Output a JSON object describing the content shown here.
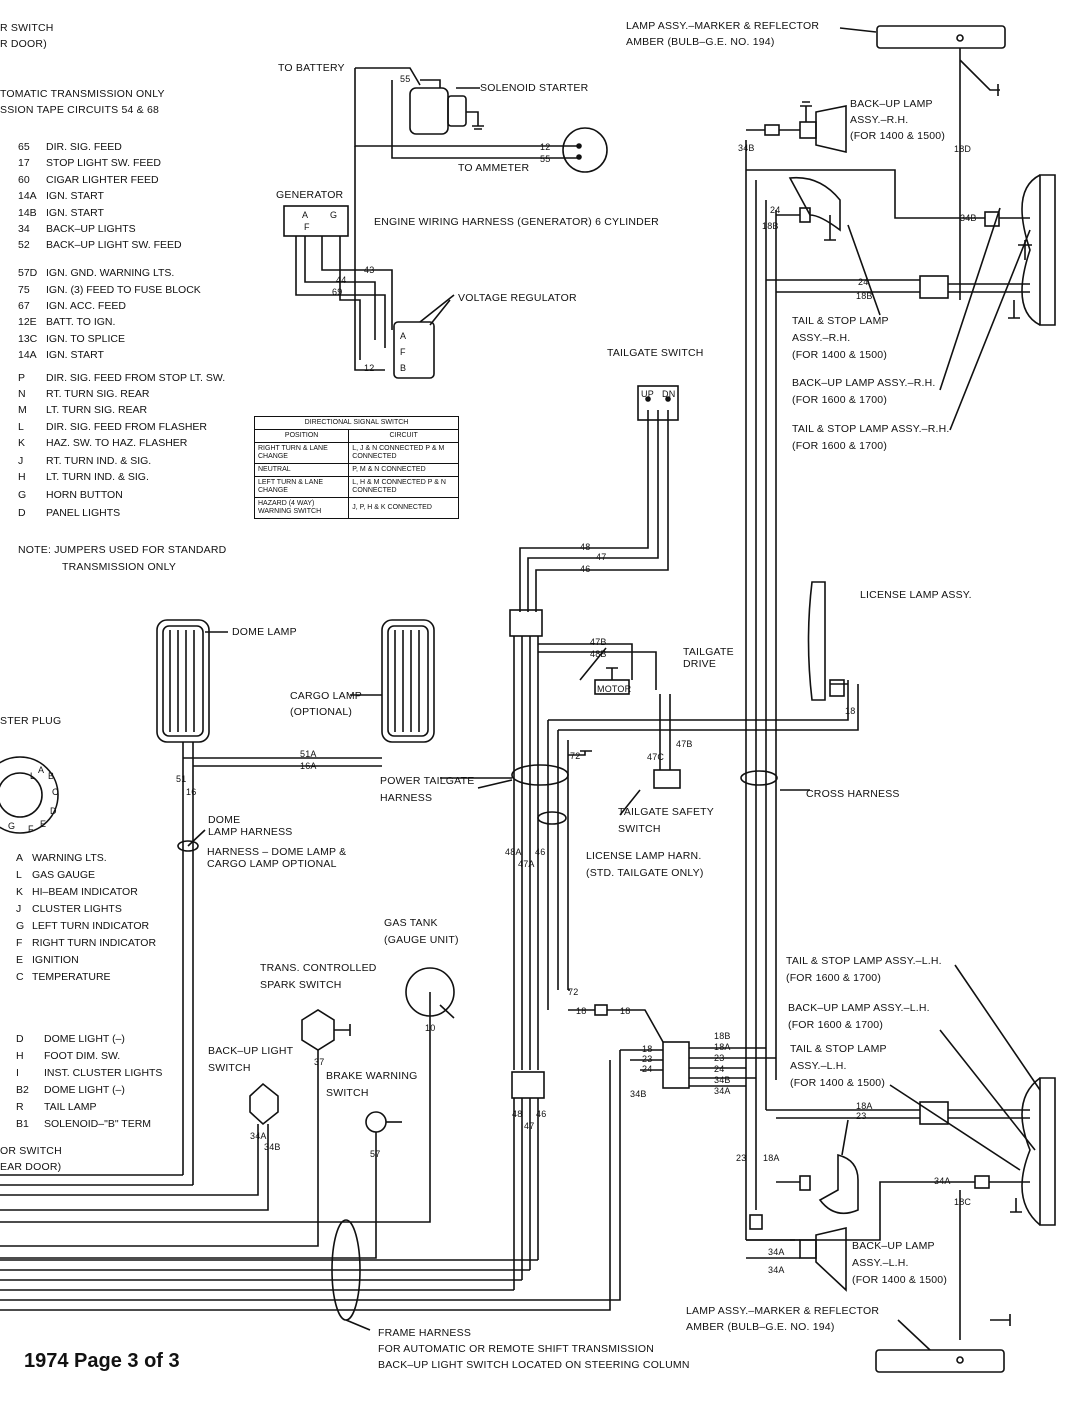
{
  "page_title": "1974 Page 3 of 3",
  "legend_top_header": [
    "R SWITCH",
    "R DOOR)"
  ],
  "legend_auto_header": [
    "TOMATIC TRANSMISSION ONLY",
    "SSION TAPE CIRCUITS 54 & 68"
  ],
  "circuits_top": [
    {
      "code": "65",
      "desc": "DIR. SIG. FEED"
    },
    {
      "code": "17",
      "desc": "STOP LIGHT SW. FEED"
    },
    {
      "code": "60",
      "desc": "CIGAR LIGHTER FEED"
    },
    {
      "code": "14A",
      "desc": "IGN. START"
    },
    {
      "code": "14B",
      "desc": "IGN. START"
    },
    {
      "code": "34",
      "desc": "BACK–UP LIGHTS"
    },
    {
      "code": "52",
      "desc": "BACK–UP LIGHT SW. FEED"
    },
    {
      "code": "57D",
      "desc": "IGN. GND. WARNING LTS."
    },
    {
      "code": "75",
      "desc": "IGN. (3) FEED TO FUSE BLOCK"
    },
    {
      "code": "67",
      "desc": "IGN. ACC. FEED"
    },
    {
      "code": "12E",
      "desc": "BATT. TO IGN."
    },
    {
      "code": "13C",
      "desc": "IGN. TO SPLICE"
    },
    {
      "code": "14A",
      "desc": "IGN. START"
    },
    {
      "code": "P",
      "desc": "DIR. SIG. FEED FROM STOP LT. SW."
    },
    {
      "code": "N",
      "desc": "RT. TURN SIG. REAR"
    },
    {
      "code": "M",
      "desc": "LT. TURN SIG. REAR"
    },
    {
      "code": "L",
      "desc": "DIR. SIG. FEED FROM FLASHER"
    },
    {
      "code": "K",
      "desc": "HAZ. SW. TO HAZ. FLASHER"
    },
    {
      "code": "J",
      "desc": "RT. TURN IND. & SIG."
    },
    {
      "code": "H",
      "desc": "LT. TURN IND. & SIG."
    },
    {
      "code": "G",
      "desc": "HORN BUTTON"
    },
    {
      "code": "D",
      "desc": "PANEL LIGHTS"
    }
  ],
  "note": [
    "NOTE:  JUMPERS USED FOR STANDARD",
    "TRANSMISSION ONLY"
  ],
  "cluster_plug_label": "STER PLUG",
  "plug_letters": [
    "L",
    "A",
    "B",
    "C",
    "D",
    "E",
    "F",
    "G"
  ],
  "cluster_circuits": [
    {
      "code": "A",
      "desc": "WARNING LTS."
    },
    {
      "code": "L",
      "desc": "GAS GAUGE"
    },
    {
      "code": "K",
      "desc": "HI–BEAM INDICATOR"
    },
    {
      "code": "J",
      "desc": "CLUSTER LIGHTS"
    },
    {
      "code": "G",
      "desc": "LEFT TURN INDICATOR"
    },
    {
      "code": "F",
      "desc": "RIGHT TURN INDICATOR"
    },
    {
      "code": "E",
      "desc": "IGNITION"
    },
    {
      "code": "C",
      "desc": "TEMPERATURE"
    }
  ],
  "lower_circuits": [
    {
      "code": "D",
      "desc": "DOME LIGHT (–)"
    },
    {
      "code": "H",
      "desc": "FOOT DIM. SW."
    },
    {
      "code": "I",
      "desc": "INST. CLUSTER LIGHTS"
    },
    {
      "code": "B2",
      "desc": "DOME LIGHT (–)"
    },
    {
      "code": "R",
      "desc": "TAIL LAMP"
    },
    {
      "code": "B1",
      "desc": "SOLENOID–\"B\" TERM"
    }
  ],
  "legend_bottom_footer": [
    "OR SWITCH",
    "EAR DOOR)"
  ],
  "dir_table": {
    "title": "DIRECTIONAL SIGNAL SWITCH",
    "headers": [
      "POSITION",
      "CIRCUIT"
    ],
    "rows": [
      {
        "pos": "RIGHT TURN & LANE CHANGE",
        "circuit": "L, J & N CONNECTED P & M CONNECTED"
      },
      {
        "pos": "NEUTRAL",
        "circuit": "P, M & N CONNECTED"
      },
      {
        "pos": "LEFT TURN & LANE CHANGE",
        "circuit": "L, H & M CONNECTED P & N CONNECTED"
      },
      {
        "pos": "HAZARD (4 WAY) WARNING SWITCH",
        "circuit": "J, P, H & K CONNECTED"
      }
    ]
  },
  "labels": {
    "to_battery": "TO BATTERY",
    "solenoid": "SOLENOID STARTER",
    "to_ammeter": "TO AMMETER",
    "generator": "GENERATOR",
    "gen_a": "A",
    "gen_g": "G",
    "gen_f": "F",
    "engine_harness": "ENGINE WIRING HARNESS (GENERATOR) 6 CYLINDER",
    "voltage_regulator": "VOLTAGE REGULATOR",
    "vr_a": "A",
    "vr_f": "F",
    "vr_b": "B",
    "w55a": "55",
    "w12": "12",
    "w55b": "55",
    "w43": "43",
    "w44": "44",
    "w69": "69",
    "w12b": "12",
    "lamp_marker_top": [
      "LAMP ASSY.–MARKER & REFLECTOR",
      "AMBER (BULB–G.E. NO. 194)"
    ],
    "backup_rh_1400": [
      "BACK–UP LAMP",
      "ASSY.–R.H.",
      "(FOR 1400 & 1500)"
    ],
    "w34b_top": "34B",
    "w18d": "18D",
    "w24_top": "24",
    "w18b_top": "18B",
    "w34b_right": "34B",
    "w24_right": "24",
    "w18b_right": "18B",
    "tail_stop_rh_1400": [
      "TAIL & STOP LAMP",
      "ASSY.–R.H.",
      "(FOR 1400 & 1500)"
    ],
    "backup_rh_1600": [
      "BACK–UP LAMP ASSY.–R.H.",
      "(FOR 1600 & 1700)"
    ],
    "tail_stop_rh_1600": [
      "TAIL & STOP LAMP ASSY.–R.H.",
      "(FOR 1600 & 1700)"
    ],
    "tailgate_switch": "TAILGATE SWITCH",
    "sw_up": "UP",
    "sw_dn": "DN",
    "w48": "48",
    "w47": "47",
    "w46": "46",
    "license_lamp": "LICENSE LAMP ASSY.",
    "dome_lamp": "DOME LAMP",
    "cargo_lamp": [
      "CARGO LAMP",
      "(OPTIONAL)"
    ],
    "w47b": "47B",
    "w48b": "48B",
    "motor": "MOTOR",
    "tailgate_drive": [
      "TAILGATE",
      "DRIVE"
    ],
    "w18_lic": "18",
    "w51a": "51A",
    "w16a": "16A",
    "w51": "51",
    "w16": "16",
    "w72_top": "72",
    "w47b2": "47B",
    "w47c": "47C",
    "power_tailgate": [
      "POWER TAILGATE",
      "HARNESS"
    ],
    "cross_harness": "CROSS HARNESS",
    "tailgate_safety": [
      "TAILGATE SAFETY",
      "SWITCH"
    ],
    "dome_harness": [
      "DOME",
      "LAMP HARNESS"
    ],
    "harness_dome_cargo": [
      "HARNESS – DOME LAMP &",
      "CARGO LAMP    OPTIONAL"
    ],
    "license_harn": [
      "LICENSE LAMP HARN.",
      "(STD. TAILGATE ONLY)"
    ],
    "w48a": "48A",
    "w47a": "47A",
    "w46b": "46",
    "gas_tank": [
      "GAS TANK",
      "(GAUGE UNIT)"
    ],
    "w10": "10",
    "trans_spark": [
      "TRANS. CONTROLLED",
      "SPARK SWITCH"
    ],
    "w37": "37",
    "backup_switch": [
      "BACK–UP LIGHT",
      "SWITCH"
    ],
    "w34a_sw": "34A",
    "w34b_sw": "34B",
    "brake_warning": [
      "BRAKE WARNING",
      "SWITCH"
    ],
    "w57": "57",
    "w72_low": "72",
    "w18_l1": "18",
    "w18_l2": "18",
    "conn_left": [
      "18",
      "23",
      "24"
    ],
    "conn_right": [
      "18B",
      "18A",
      "23",
      "24",
      "34B",
      "34A"
    ],
    "w34b_low": "34B",
    "w48c": "48",
    "w47c2": "47",
    "w46c": "46",
    "tail_stop_lh_1600": [
      "TAIL & STOP LAMP ASSY.–L.H.",
      "(FOR 1600 & 1700)"
    ],
    "backup_lh_1600": [
      "BACK–UP LAMP ASSY.–L.H.",
      "(FOR 1600 & 1700)"
    ],
    "tail_stop_lh_1400": [
      "TAIL & STOP LAMP",
      "ASSY.–L.H.",
      "(FOR 1400 & 1500)"
    ],
    "w18a_r": "18A",
    "w23_r": "23",
    "w23_v": "23",
    "w18a_v": "18A",
    "w34a_r": "34A",
    "w18c": "18C",
    "w34a_1": "34A",
    "w34a_2": "34A",
    "backup_lh_1400": [
      "BACK–UP LAMP",
      "ASSY.–L.H.",
      "(FOR 1400 & 1500)"
    ],
    "lamp_marker_bottom": [
      "LAMP ASSY.–MARKER & REFLECTOR",
      "AMBER (BULB–G.E. NO. 194)"
    ],
    "frame_harness": [
      "FRAME HARNESS",
      "FOR AUTOMATIC OR REMOTE SHIFT TRANSMISSION",
      "BACK–UP LIGHT SWITCH LOCATED ON STEERING COLUMN"
    ]
  }
}
